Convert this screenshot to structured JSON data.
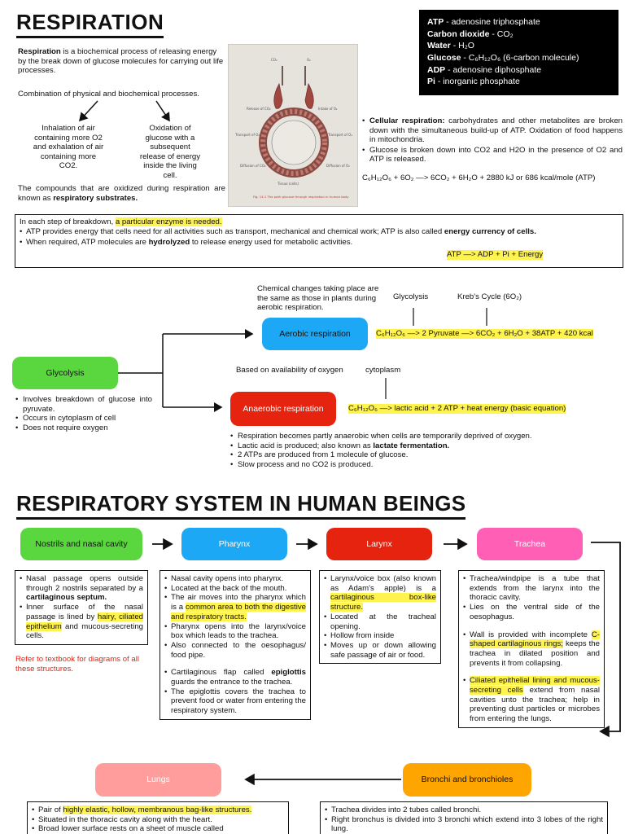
{
  "header": {
    "title": "RESPIRATION"
  },
  "intro": {
    "term": "Respiration",
    "rest": " is a biochemical process of releasing energy by the break down of glucose molecules for carrying out life processes."
  },
  "combo": {
    "text": "Combination of physical and biochemical processes.",
    "left_branch": "Inhalation of air containing more O2 and exhalation of air containing more CO2.",
    "right_branch": "Oxidation of glucose with a subsequent release of energy inside the living cell."
  },
  "compounds": {
    "text": "The compounds that are oxidized during respiration are known as ",
    "bold": "respiratory substrates."
  },
  "glossary": [
    {
      "term": "ATP",
      "def": " - adenosine triphosphate"
    },
    {
      "term": "Carbon dioxide",
      "def": " - CO₂"
    },
    {
      "term": "Water",
      "def": " - H₂O"
    },
    {
      "term": "Glucose",
      "def": " - C₆H₁₂O₆ (6-carbon molecule)"
    },
    {
      "term": "ADP",
      "def": " - adenosine diphosphate"
    },
    {
      "term": "Pi",
      "def": " - inorganic phosphate"
    }
  ],
  "cellular": {
    "label": "Cellular respiration:",
    "text1": " carbohydrates and other metabolites are broken down with the simultaneous build-up of ATP. Oxidation of food happens in mitochondria.",
    "text2": "Glucose is broken down into CO2 and H2O in the presence of O2 and ATP is released.",
    "equation": "C₆H₁₂O₆ + 6O₂ —> 6CO₂ + 6H₂O + 2880 kJ or 686 kcal/mole (ATP)"
  },
  "enzyme_box": {
    "line1_pre": "In each step of breakdown, ",
    "line1_hl": "a particular enzyme is needed.",
    "b1_pre": "ATP provides energy that cells need for all activities such as transport, mechanical and chemical work; ATP is also called ",
    "b1_bold": "energy currency of cells.",
    "b2_pre": "When required, ATP molecules are ",
    "b2_bold": "hydrolyzed",
    "b2_post": " to release energy used for metabolic activities.",
    "atp_eq": "ATP —> ADP + Pi + Energy"
  },
  "glycolysis_section": {
    "chem_note": "Chemical changes taking place are the same as those in plants during aerobic respiration.",
    "glycolysis_label_top": "Glycolysis",
    "krebs_label": "Kreb's Cycle (6O₂)",
    "aerobic": "Aerobic respiration",
    "aerobic_eq": "C₆H₁₂O₆ —> 2 Pyruvate —> 6CO₂ + 6H₂O + 38ATP + 420 kcal",
    "glycolysis": "Glycolysis",
    "basis": "Based on availability of oxygen",
    "cytoplasm": "cytoplasm",
    "anaerobic": "Anaerobic respiration",
    "anaerobic_eq": "C₆H₁₂O₆ —> lactic acid + 2 ATP + heat energy (basic equation)",
    "glycolysis_points": [
      "Involves breakdown of glucose into pyruvate.",
      "Occurs in cytoplasm of cell",
      "Does not require oxygen"
    ],
    "anaerobic_points": [
      {
        "pre": "Respiration becomes partly anaerobic when cells are temporarily deprived of oxygen.",
        "bold": ""
      },
      {
        "pre": "Lactic acid is produced; also known as ",
        "bold": "lactate fermentation."
      },
      {
        "pre": "2 ATPs are produced from 1 molecule of glucose.",
        "bold": ""
      },
      {
        "pre": "Slow process and no CO2 is produced.",
        "bold": ""
      }
    ]
  },
  "system": {
    "title": "RESPIRATORY SYSTEM IN HUMAN BEINGS",
    "organs": {
      "nostrils": "Nostrils and nasal cavity",
      "pharynx": "Pharynx",
      "larynx": "Larynx",
      "trachea": "Trachea",
      "lungs": "Lungs",
      "bronchi": "Bronchi and bronchioles"
    },
    "nostrils_box": {
      "b1_pre": "Nasal passage opens outside through 2 nostrils separated by a ",
      "b1_bold": "cartilaginous septum.",
      "b2_pre": "Inner surface of the nasal passage is lined by ",
      "b2_hl": "hairy, ciliated epithelium",
      "b2_post": " and mucous-secreting cells."
    },
    "refer_note": "Refer to textbook for diagrams of all these structures.",
    "pharynx_box": {
      "b1": "Nasal cavity opens into pharynx.",
      "b2": "Located at the back of the mouth.",
      "b3_pre": "The air moves into the pharynx which is a ",
      "b3_hl": "common area to both the digestive and respiratory tracts.",
      "b4": "Pharynx opens into the larynx/voice box which leads to the trachea.",
      "b5": "Also connected to the oesophagus/ food pipe.",
      "b6_pre": "Cartilaginous flap called ",
      "b6_bold": "epiglottis",
      "b6_post": " guards the entrance to the trachea.",
      "b7": "The epiglottis covers the trachea to prevent food or water from entering the respiratory system."
    },
    "larynx_box": {
      "b1_pre": "Larynx/voice box (also known as Adam's apple) is a ",
      "b1_hl": "cartilaginous box-like structure.",
      "b2": "Located at the tracheal opening.",
      "b3": "Hollow from inside",
      "b4": "Moves up or down allowing safe passage of air or food."
    },
    "trachea_box": {
      "b1": "Trachea/windpipe is a tube that extends from the larynx into the thoracic cavity.",
      "b2": "Lies on the ventral side of the oesophagus.",
      "b3_pre": "Wall is provided with incomplete ",
      "b3_hl": "C-shaped cartilaginous rings;",
      "b3_post": " keeps the trachea in dilated position and prevents it from collapsing.",
      "b4_hl": "Ciliated epithelial lining and mucous-secreting cells",
      "b4_post": " extend from nasal cavities unto the trachea; help in preventing dust particles or microbes from entering the lungs."
    },
    "lungs_box": {
      "b1_pre": "Pair of ",
      "b1_hl": "highly elastic, hollow, membranous bag-like structures.",
      "b2": "Situated in the thoracic cavity along with the heart.",
      "b3": "Broad lower surface rests on a sheet of muscle called"
    },
    "bronchi_box": {
      "b1": "Trachea divides into 2 tubes called bronchi.",
      "b2": "Right bronchus is divided into 3 bronchi which extend into 3 lobes of the right lung."
    }
  },
  "figure": {
    "caption": "Fig. 14.1 The path glucose through respiration in human body",
    "labels": [
      "CO₂",
      "O₂",
      "Release of CO₂",
      "Intake of O₂",
      "Transport of O₂",
      "Diffusion of CO₂",
      "Diffusion of O₂",
      "Tissue (cells)"
    ]
  }
}
